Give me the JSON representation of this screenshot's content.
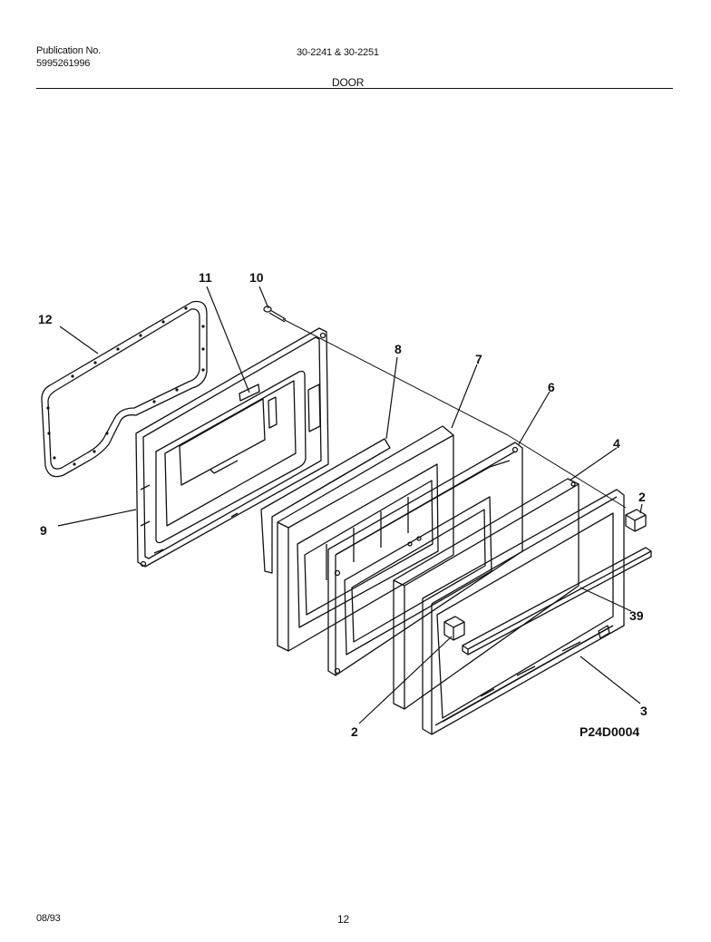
{
  "header": {
    "publication_label": "Publication No.",
    "publication_number": "5995261996",
    "models": "30-2241 & 30-2251",
    "section_title": "DOOR"
  },
  "footer": {
    "date": "08/93",
    "page_number": "12"
  },
  "diagram": {
    "figure_code": "P24D0004",
    "callouts": [
      "12",
      "11",
      "10",
      "9",
      "8",
      "7",
      "6",
      "4",
      "2",
      "39",
      "3",
      "2"
    ]
  }
}
